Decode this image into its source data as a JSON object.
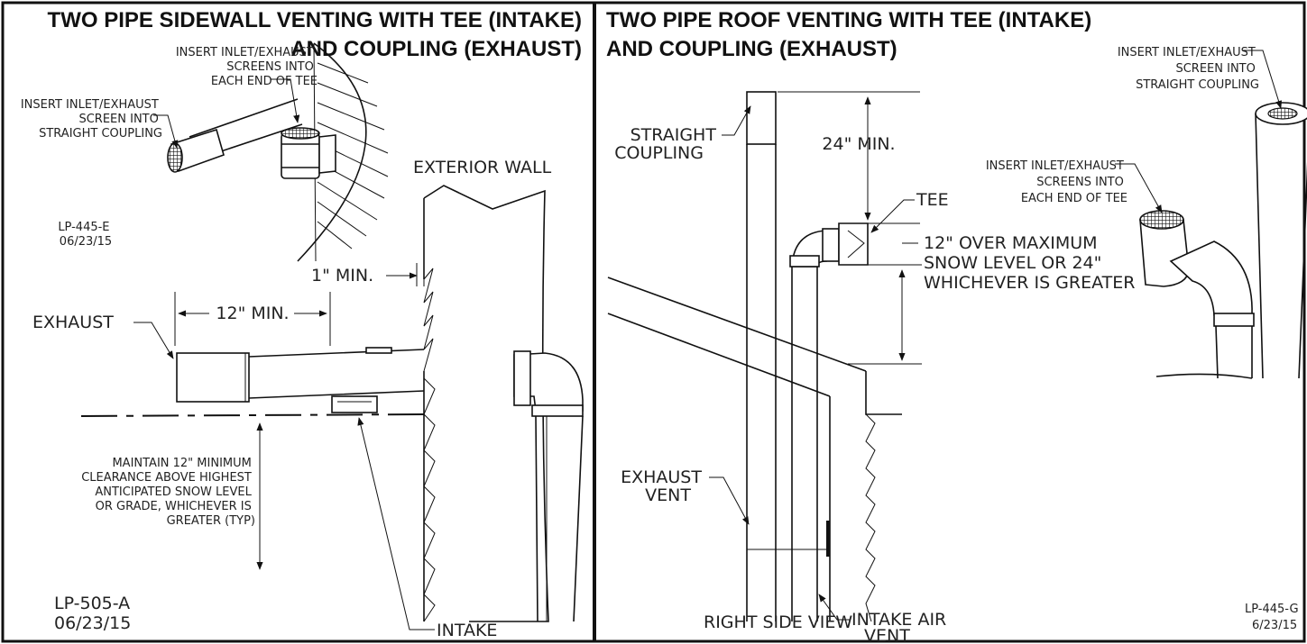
{
  "left_panel": {
    "title_line1": "TWO PIPE SIDEWALL VENTING WITH TEE (INTAKE)",
    "title_line2": "AND COUPLING (EXHAUST)",
    "tee_note": [
      "INSERT INLET/EXHAUST",
      "SCREENS INTO",
      "EACH END OF TEE"
    ],
    "coupling_note": [
      "INSERT INLET/EXHAUST",
      "SCREEN INTO",
      "STRAIGHT COUPLING"
    ],
    "detail_code": [
      "LP-445-E",
      "06/23/15"
    ],
    "exterior_wall": "EXTERIOR WALL",
    "one_inch_min": "1\" MIN.",
    "twelve_inch_min": "12\" MIN.",
    "exhaust": "EXHAUST",
    "clearance_note": [
      "MAINTAIN 12\" MINIMUM",
      "CLEARANCE ABOVE HIGHEST",
      "ANTICIPATED SNOW LEVEL",
      "OR GRADE, WHICHEVER IS",
      "GREATER (TYP)"
    ],
    "intake": "INTAKE",
    "drawing_code": [
      "LP-505-A",
      "06/23/15"
    ]
  },
  "right_panel": {
    "title_line1": "TWO PIPE ROOF VENTING WITH TEE (INTAKE)",
    "title_line2": "AND COUPLING (EXHAUST)",
    "straight_coupling": [
      "STRAIGHT",
      "COUPLING"
    ],
    "twentyfour_min": "24\" MIN.",
    "tee": "TEE",
    "snow_note": [
      "12\" OVER MAXIMUM",
      "SNOW LEVEL OR 24\"",
      "WHICHEVER IS GREATER"
    ],
    "coupling_note": [
      "INSERT INLET/EXHAUST",
      "SCREEN INTO",
      "STRAIGHT COUPLING"
    ],
    "tee_note": [
      "INSERT INLET/EXHAUST",
      "SCREENS INTO",
      "EACH END OF TEE"
    ],
    "exhaust_vent": [
      "EXHAUST",
      "VENT"
    ],
    "right_side_view": "RIGHT SIDE VIEW",
    "intake_air_vent": [
      "INTAKE AIR",
      "VENT"
    ],
    "drawing_code": [
      "LP-445-G",
      "6/23/15"
    ]
  }
}
